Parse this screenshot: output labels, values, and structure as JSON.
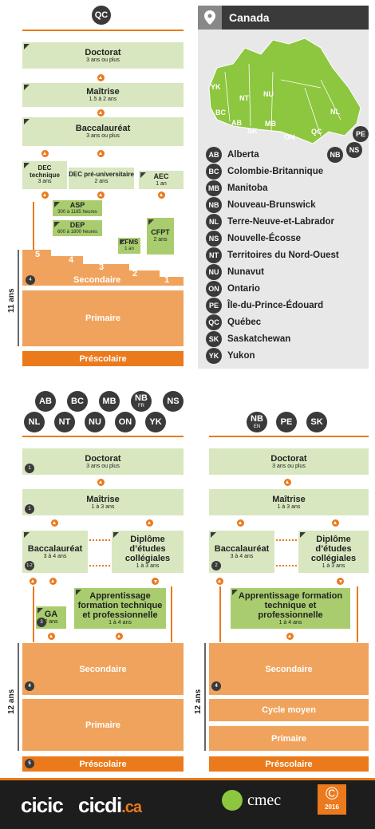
{
  "qc_panel": {
    "province": "QC",
    "doctorat": {
      "title": "Doctorat",
      "sub": "3 ans ou plus"
    },
    "maitrise": {
      "title": "Maîtrise",
      "sub": "1.5 à 2 ans"
    },
    "baccalaureat": {
      "title": "Baccalauréat",
      "sub": "3 ans ou plus"
    },
    "dec_technique": {
      "title": "DEC technique",
      "sub": "3 ans"
    },
    "dec_pre": {
      "title": "DEC pré-universitaire",
      "sub": "2 ans"
    },
    "aec": {
      "title": "AEC",
      "sub": "1 an"
    },
    "asp": {
      "title": "ASP",
      "sub": "300 à 1185 heures"
    },
    "dep": {
      "title": "DEP",
      "sub": "600 à 1800 heures"
    },
    "cfms": {
      "title": "CFMS",
      "sub": "1 an"
    },
    "cfpt": {
      "title": "CFPT",
      "sub": "2 ans"
    },
    "steps": [
      "5",
      "4",
      "3",
      "2",
      "1"
    ],
    "secondaire": "Secondaire",
    "secondaire_badge": "4",
    "primaire": "Primaire",
    "prescolaire": "Préscolaire",
    "years": "11 ans"
  },
  "map_panel": {
    "title": "Canada",
    "map_labels": [
      "YK",
      "NT",
      "NU",
      "BC",
      "AB",
      "SK",
      "MB",
      "ON",
      "QC",
      "NL",
      "PE",
      "NB",
      "NS"
    ],
    "legend": [
      {
        "code": "AB",
        "name": "Alberta"
      },
      {
        "code": "BC",
        "name": "Colombie-Britannique"
      },
      {
        "code": "MB",
        "name": "Manitoba"
      },
      {
        "code": "NB",
        "name": "Nouveau-Brunswick"
      },
      {
        "code": "NL",
        "name": "Terre-Neuve-et-Labrador"
      },
      {
        "code": "NS",
        "name": "Nouvelle-Écosse"
      },
      {
        "code": "NT",
        "name": "Territoires du Nord-Ouest"
      },
      {
        "code": "NU",
        "name": "Nunavut"
      },
      {
        "code": "ON",
        "name": "Ontario"
      },
      {
        "code": "PE",
        "name": "Île-du-Prince-Édouard"
      },
      {
        "code": "QC",
        "name": "Québec"
      },
      {
        "code": "SK",
        "name": "Saskatchewan"
      },
      {
        "code": "YK",
        "name": "Yukon"
      }
    ]
  },
  "left_panel": {
    "provinces": [
      "AB",
      "BC",
      "MB",
      "NB",
      "NS",
      "NL",
      "NT",
      "NU",
      "ON",
      "YK"
    ],
    "nb_sub": "FR",
    "doctorat": {
      "title": "Doctorat",
      "sub": "3 ans ou plus",
      "badge": "1"
    },
    "maitrise": {
      "title": "Maîtrise",
      "sub": "1 à 3 ans",
      "badge": "1"
    },
    "baccalaureat": {
      "title": "Baccalauréat",
      "sub": "3 à 4 ans",
      "badge": "1-2"
    },
    "diplome": {
      "title": "Diplôme d’études collégiales",
      "sub": "1 à 3 ans"
    },
    "apprentissage": {
      "title": "Apprentissage formation technique et professionnelle",
      "sub": "1 à 4 ans"
    },
    "ga": {
      "title": "GA",
      "sub": "2 ans",
      "badge": "3"
    },
    "secondaire": "Secondaire",
    "secondaire_badge": "4",
    "primaire": "Primaire",
    "prescolaire": "Préscolaire",
    "prescolaire_badge": "5",
    "years": "12 ans"
  },
  "right_panel": {
    "provinces": [
      "NB",
      "PE",
      "SK"
    ],
    "nb_sub": "EN",
    "doctorat": {
      "title": "Doctorat",
      "sub": "3 ans ou plus"
    },
    "maitrise": {
      "title": "Maîtrise",
      "sub": "1 à 3 ans"
    },
    "baccalaureat": {
      "title": "Baccalauréat",
      "sub": "3 à 4 ans",
      "badge": "2"
    },
    "diplome": {
      "title": "Diplôme d’études collégiales",
      "sub": "1 à 3 ans"
    },
    "apprentissage": {
      "title": "Apprentissage formation technique et professionnelle",
      "sub": "1 à 4 ans"
    },
    "secondaire": "Secondaire",
    "secondaire_badge": "4",
    "cycle_moyen": "Cycle moyen",
    "primaire": "Primaire",
    "prescolaire": "Préscolaire",
    "years": "12 ans"
  },
  "footer": {
    "logo1": "cicic",
    "logo2": "cicdi",
    "logo2_suffix": ".ca",
    "cmec": "cmec",
    "copyright_symbol": "©",
    "year": "2016"
  },
  "colors": {
    "orange": "#ea7a1c",
    "light_orange": "#f0a35c",
    "green": "#a9cd6e",
    "light_green": "#d8e7bf",
    "dark": "#3a3a3a"
  }
}
